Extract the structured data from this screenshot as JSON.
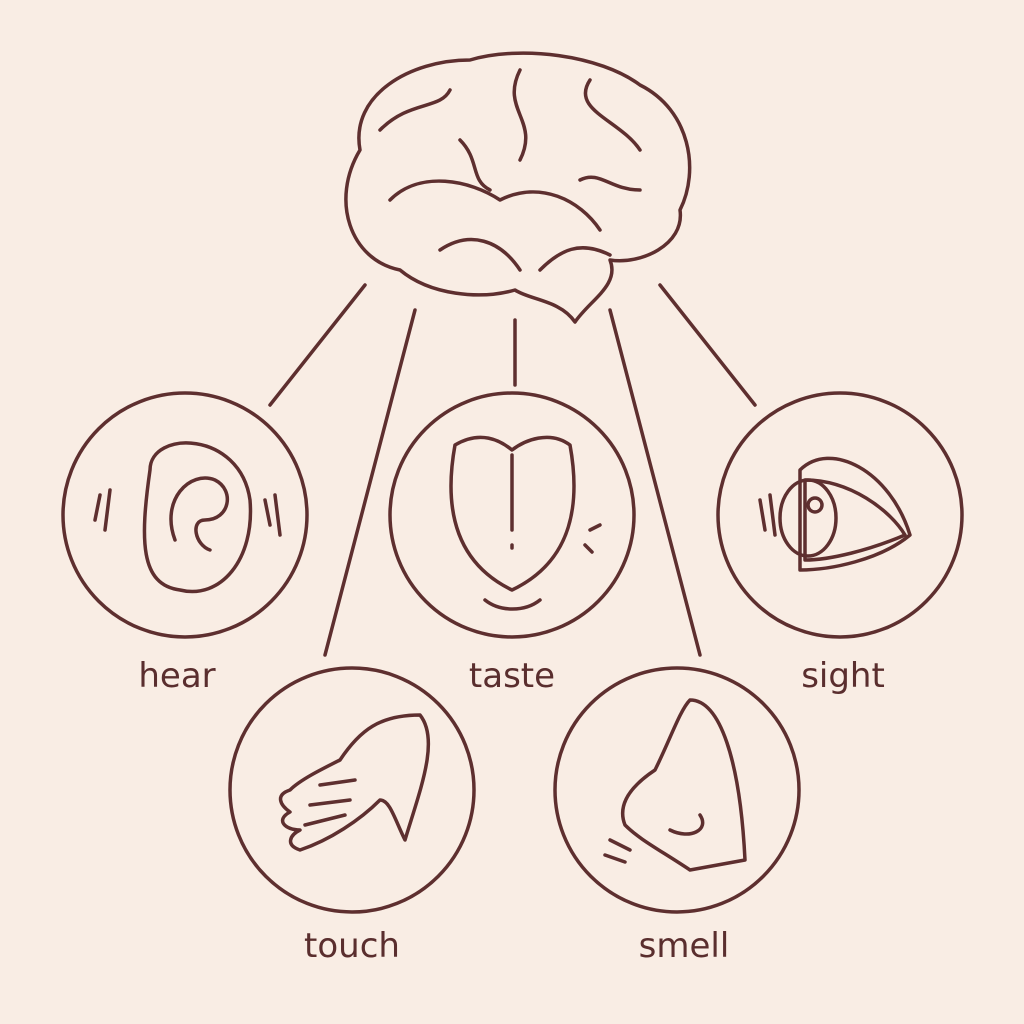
{
  "title": "Five senses",
  "center": {
    "name": "brain"
  },
  "senses": [
    {
      "id": "hear",
      "label": "hear",
      "icon": "ear-icon",
      "color": "#fbd986"
    },
    {
      "id": "touch",
      "label": "touch",
      "icon": "hand-icon",
      "color": "#fbd6b0"
    },
    {
      "id": "taste",
      "label": "taste",
      "icon": "tongue-icon",
      "color": "#f8bcb9"
    },
    {
      "id": "smell",
      "label": "smell",
      "icon": "nose-icon",
      "color": "#d9e287"
    },
    {
      "id": "sight",
      "label": "sight",
      "icon": "eye-icon",
      "color": "#b9dcf6"
    }
  ],
  "colors": {
    "background": "#f9ede4",
    "outline": "#5e2f2f",
    "brain": "#f4b8a8"
  }
}
